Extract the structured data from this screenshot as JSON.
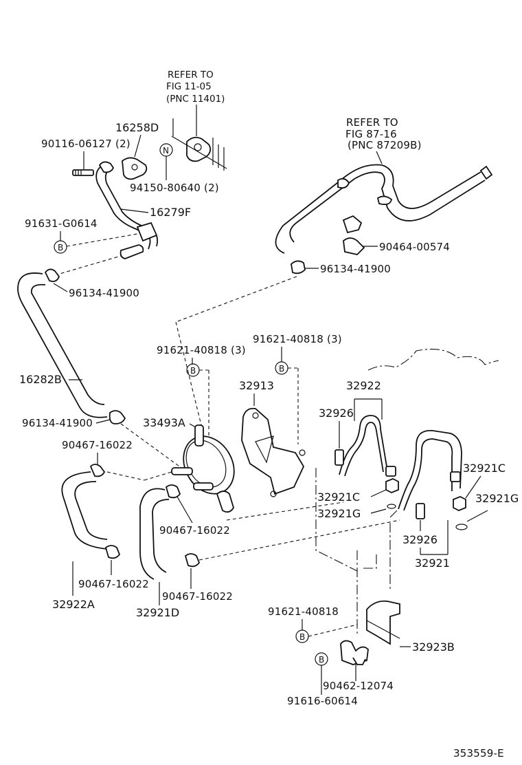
{
  "refs": {
    "fig_11_05": [
      "REFER TO",
      "FIG 11-05",
      "(PNC 11401)"
    ],
    "fig_87_16": [
      "REFER TO",
      "FIG 87-16",
      "(PNC 87209B)"
    ]
  },
  "callouts": {
    "c90116": "90116-06127 (2)",
    "c16258D": "16258D",
    "c94150": "94150-80640 (2)",
    "c16279F": "16279F",
    "c91631": "91631-G0614",
    "c96134_a": "96134-41900",
    "c96134_b": "96134-41900",
    "c96134_c": "96134-41900",
    "c90464": "90464-00574",
    "c16282B": "16282B",
    "c91621_a": "91621-40818 (3)",
    "c91621_b": "91621-40818 (3)",
    "c32913": "32913",
    "c32922": "32922",
    "c32926_a": "32926",
    "c33493A": "33493A",
    "c90467_a": "90467-16022",
    "c90467_b": "90467-16022",
    "c90467_c": "90467-16022",
    "c90467_d": "90467-16022",
    "c32921C_a": "32921C",
    "c32921C_b": "32921C",
    "c32921G_a": "32921G",
    "c32921G_b": "32921G",
    "c32926_b": "32926",
    "c32921": "32921",
    "c32922A": "32922A",
    "c32921D": "32921D",
    "c91621_c": "91621-40818",
    "c32923B": "32923B",
    "c90462": "90462-12074",
    "c91616": "91616-60614"
  },
  "symbols": {
    "N": "N",
    "B": "B"
  },
  "diagram_id": "353559-E"
}
